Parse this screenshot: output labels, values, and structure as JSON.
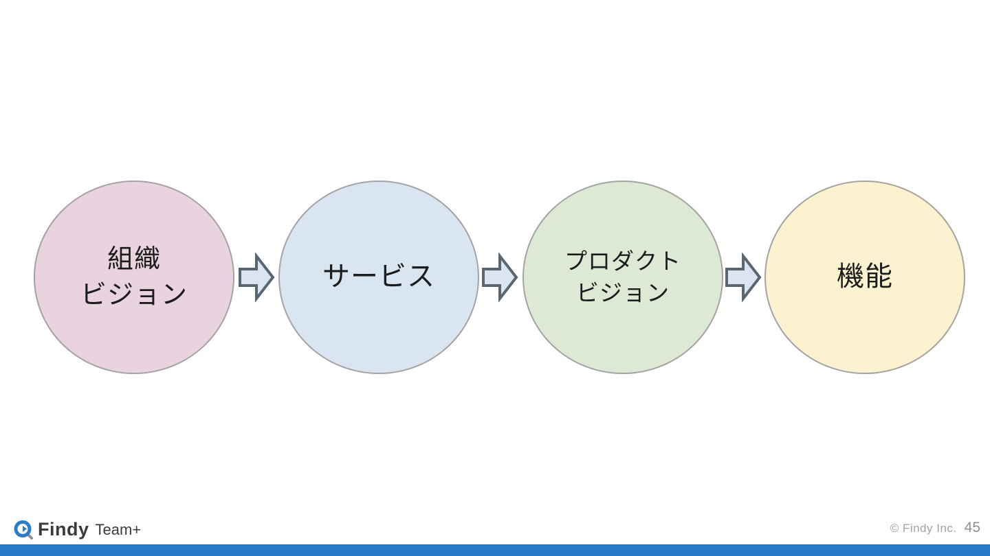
{
  "diagram": {
    "nodes": [
      {
        "label": "組織\nビジョン",
        "fill": "#e9d3de",
        "border": "#a3a3a3"
      },
      {
        "label": "サービス",
        "fill": "#dae5f2",
        "border": "#a3a3a3"
      },
      {
        "label": "プロダクト\nビジョン",
        "fill": "#dde9d4",
        "border": "#a3a3a3"
      },
      {
        "label": "機能",
        "fill": "#fcf2d0",
        "border": "#a3a3a3"
      }
    ],
    "arrow": {
      "fill": "#dbe5f1",
      "border": "#5a6670"
    }
  },
  "footer": {
    "brand": "Findy",
    "product": "Team+",
    "copyright": "© Findy Inc.",
    "page_number": "45",
    "accent_color": "#2879c8",
    "logo_blue": "#2b7cc9",
    "logo_gray": "#8a9096"
  }
}
